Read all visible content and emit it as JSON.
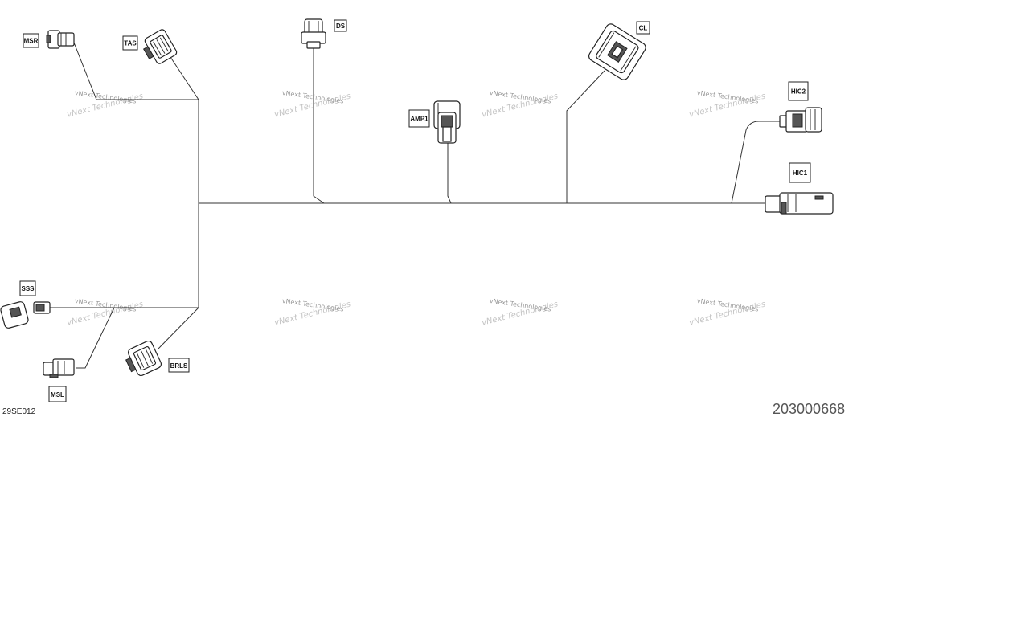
{
  "diagram": {
    "connectors": [
      {
        "id": "msr",
        "label": "MSR"
      },
      {
        "id": "tas",
        "label": "TAS"
      },
      {
        "id": "ds",
        "label": "DS"
      },
      {
        "id": "amp1",
        "label": "AMP1"
      },
      {
        "id": "cl",
        "label": "CL"
      },
      {
        "id": "hic2",
        "label": "HIC2"
      },
      {
        "id": "hic1",
        "label": "HIC1"
      },
      {
        "id": "sss",
        "label": "SSS"
      },
      {
        "id": "msl",
        "label": "MSL"
      },
      {
        "id": "brls",
        "label": "BRLS"
      }
    ],
    "watermark": {
      "line1": "vNext Technologies",
      "line2": "vNext Technologies"
    },
    "figure_code": "29SE012",
    "part_number": "203000668"
  }
}
